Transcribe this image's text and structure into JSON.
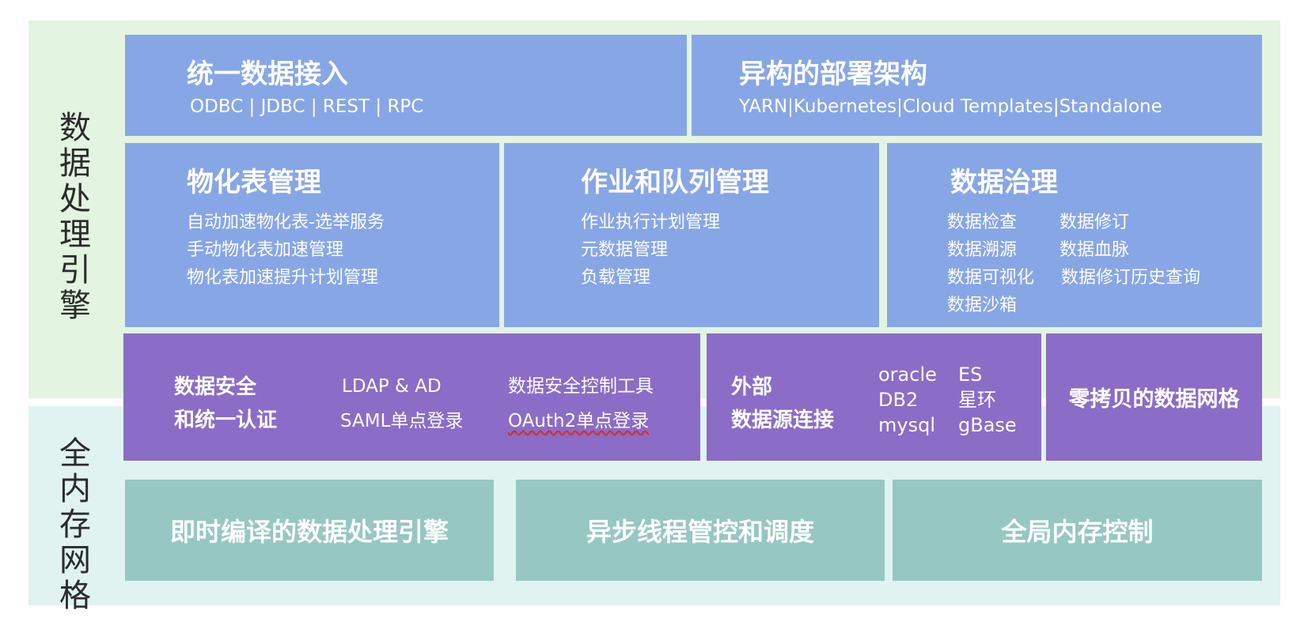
{
  "sidebar": {
    "top_label": "数据处理引擎",
    "bottom_label": "全内存网格"
  },
  "row1": {
    "left": {
      "title": "统一数据接入",
      "subtitle": "ODBC | JDBC | REST | RPC"
    },
    "right": {
      "title": "异构的部署架构",
      "subtitle": "YARN|Kubernetes|Cloud Templates|Standalone"
    }
  },
  "row2": {
    "materialized": {
      "title": "物化表管理",
      "items": [
        "自动加速物化表-选举服务",
        "手动物化表加速管理",
        "物化表加速提升计划管理"
      ]
    },
    "jobs": {
      "title": "作业和队列管理",
      "items": [
        "作业执行计划管理",
        "元数据管理",
        "负载管理"
      ]
    },
    "governance": {
      "title": "数据治理",
      "col1": [
        "数据检查",
        "数据溯源",
        "数据可视化",
        "数据沙箱"
      ],
      "col2": [
        "数据修订",
        "数据血脉",
        "数据修订历史查询"
      ]
    }
  },
  "row3": {
    "security": {
      "title_line1": "数据安全",
      "title_line2": "和统一认证",
      "items": [
        "LDAP & AD",
        "数据安全控制工具",
        "SAML单点登录",
        "OAuth2单点登录"
      ]
    },
    "external": {
      "title_line1": "外部",
      "title_line2": "数据源连接",
      "col1": [
        "oracle",
        "DB2",
        "mysql"
      ],
      "col2": [
        "ES",
        "星环",
        "gBase"
      ]
    },
    "mesh": {
      "title": "零拷贝的数据网格"
    }
  },
  "row4": {
    "jit": {
      "title": "即时编译的数据处理引擎"
    },
    "async": {
      "title": "异步线程管控和调度"
    },
    "memory": {
      "title": "全局内存控制"
    }
  },
  "colors": {
    "blue": "#87a6e6",
    "purple": "#8b6cc7",
    "teal": "#96c7c3",
    "top_band": "#e3f4e1",
    "bottom_band": "#e0f3f1"
  }
}
